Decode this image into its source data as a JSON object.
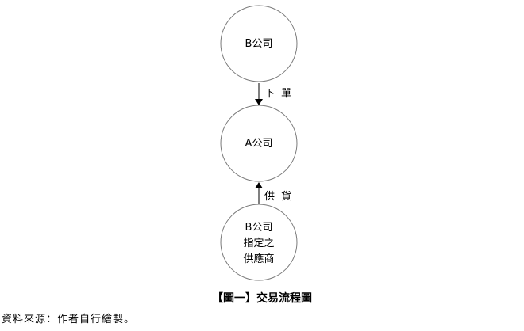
{
  "diagram": {
    "nodes": [
      {
        "id": "b-company",
        "lines": [
          "B公司"
        ]
      },
      {
        "id": "a-company",
        "lines": [
          "A公司"
        ]
      },
      {
        "id": "designated-supplier",
        "lines": [
          "B公司",
          "指定之",
          "供應商"
        ]
      }
    ],
    "edges": [
      {
        "from": "b-company",
        "to": "a-company",
        "label": "下單"
      },
      {
        "from": "designated-supplier",
        "to": "a-company",
        "label": "供貨"
      }
    ]
  },
  "caption": "【圖一】交易流程圖",
  "source": "資料來源：作者自行繪製。"
}
